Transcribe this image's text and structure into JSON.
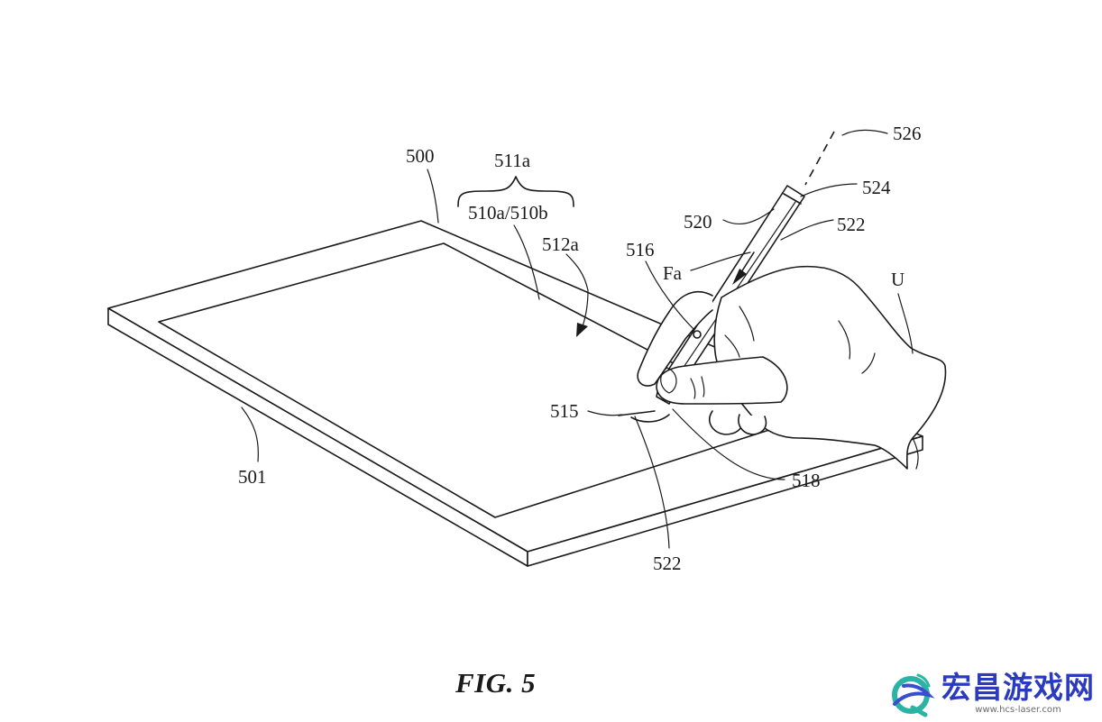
{
  "figure": {
    "caption": "FIG. 5",
    "labels": {
      "l500": "500",
      "l501": "501",
      "l511a": "511a",
      "l510": "510a/510b",
      "l512a": "512a",
      "l516": "516",
      "lFa": "Fa",
      "l520": "520",
      "l522_top": "522",
      "l524": "524",
      "l526": "526",
      "lU": "U",
      "l515": "515",
      "l518": "518",
      "l522_bottom": "522"
    }
  },
  "watermark": {
    "brand": "宏昌游戏网",
    "url": "www.hcs-laser.com",
    "logo_icon": "dragon-logo-icon",
    "colors": {
      "brand": "#2a3bbf",
      "logo_primary": "#2bb3a3",
      "logo_secondary": "#3a4fd0"
    }
  }
}
